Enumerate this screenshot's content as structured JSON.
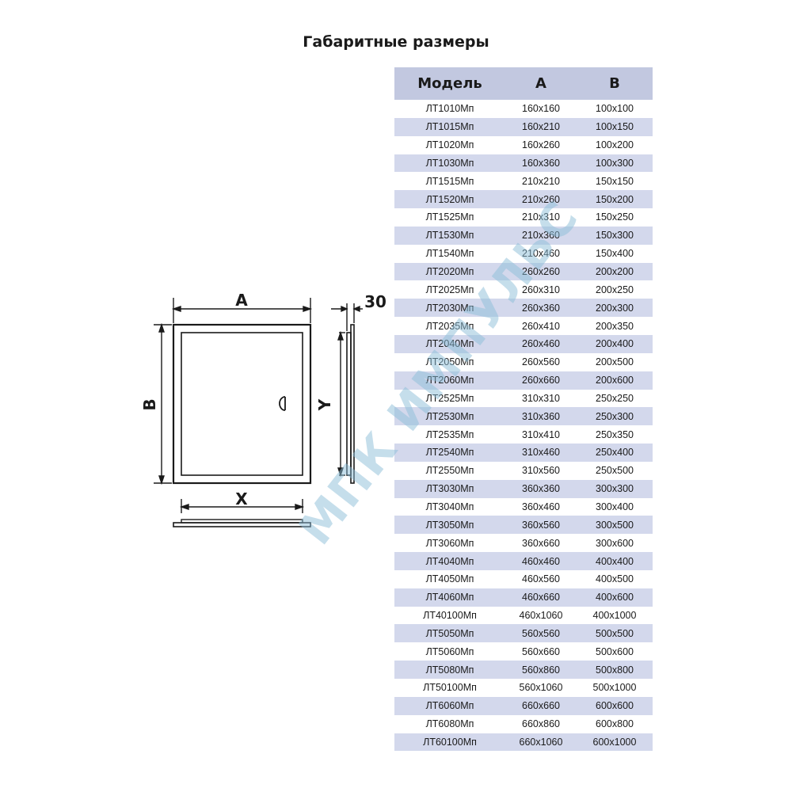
{
  "title": "Габаритные размеры",
  "table": {
    "headers": [
      "Модель",
      "A",
      "B"
    ],
    "rows": [
      [
        "ЛТ1010Мп",
        "160x160",
        "100x100"
      ],
      [
        "ЛТ1015Мп",
        "160x210",
        "100x150"
      ],
      [
        "ЛТ1020Мп",
        "160x260",
        "100x200"
      ],
      [
        "ЛТ1030Мп",
        "160x360",
        "100x300"
      ],
      [
        "ЛТ1515Мп",
        "210x210",
        "150x150"
      ],
      [
        "ЛТ1520Мп",
        "210x260",
        "150x200"
      ],
      [
        "ЛТ1525Мп",
        "210x310",
        "150x250"
      ],
      [
        "ЛТ1530Мп",
        "210x360",
        "150x300"
      ],
      [
        "ЛТ1540Мп",
        "210x460",
        "150x400"
      ],
      [
        "ЛТ2020Мп",
        "260x260",
        "200x200"
      ],
      [
        "ЛТ2025Мп",
        "260x310",
        "200x250"
      ],
      [
        "ЛТ2030Мп",
        "260x360",
        "200x300"
      ],
      [
        "ЛТ2035Мп",
        "260x410",
        "200x350"
      ],
      [
        "ЛТ2040Мп",
        "260x460",
        "200x400"
      ],
      [
        "ЛТ2050Мп",
        "260x560",
        "200x500"
      ],
      [
        "ЛТ2060Мп",
        "260x660",
        "200x600"
      ],
      [
        "ЛТ2525Мп",
        "310x310",
        "250x250"
      ],
      [
        "ЛТ2530Мп",
        "310x360",
        "250x300"
      ],
      [
        "ЛТ2535Мп",
        "310x410",
        "250x350"
      ],
      [
        "ЛТ2540Мп",
        "310x460",
        "250x400"
      ],
      [
        "ЛТ2550Мп",
        "310x560",
        "250x500"
      ],
      [
        "ЛТ3030Мп",
        "360x360",
        "300x300"
      ],
      [
        "ЛТ3040Мп",
        "360x460",
        "300x400"
      ],
      [
        "ЛТ3050Мп",
        "360x560",
        "300x500"
      ],
      [
        "ЛТ3060Мп",
        "360x660",
        "300x600"
      ],
      [
        "ЛТ4040Мп",
        "460x460",
        "400x400"
      ],
      [
        "ЛТ4050Мп",
        "460x560",
        "400x500"
      ],
      [
        "ЛТ4060Мп",
        "460x660",
        "400x600"
      ],
      [
        "ЛТ40100Мп",
        "460x1060",
        "400x1000"
      ],
      [
        "ЛТ5050Мп",
        "560x560",
        "500x500"
      ],
      [
        "ЛТ5060Мп",
        "560x660",
        "500x600"
      ],
      [
        "ЛТ5080Мп",
        "560x860",
        "500x800"
      ],
      [
        "ЛТ50100Мп",
        "560x1060",
        "500x1000"
      ],
      [
        "ЛТ6060Мп",
        "660x660",
        "600x600"
      ],
      [
        "ЛТ6080Мп",
        "660x860",
        "600x800"
      ],
      [
        "ЛТ60100Мп",
        "660x1060",
        "600x1000"
      ]
    ]
  },
  "drawing": {
    "labels": {
      "a": "A",
      "b": "B",
      "x": "X",
      "y": "Y",
      "depth": "30"
    }
  },
  "watermark": "МПК ИМПУЛЬС",
  "colors": {
    "header_bg": "#c2c8e0",
    "stripe_bg": "#d3d8ec",
    "watermark": "#8cbed7"
  }
}
